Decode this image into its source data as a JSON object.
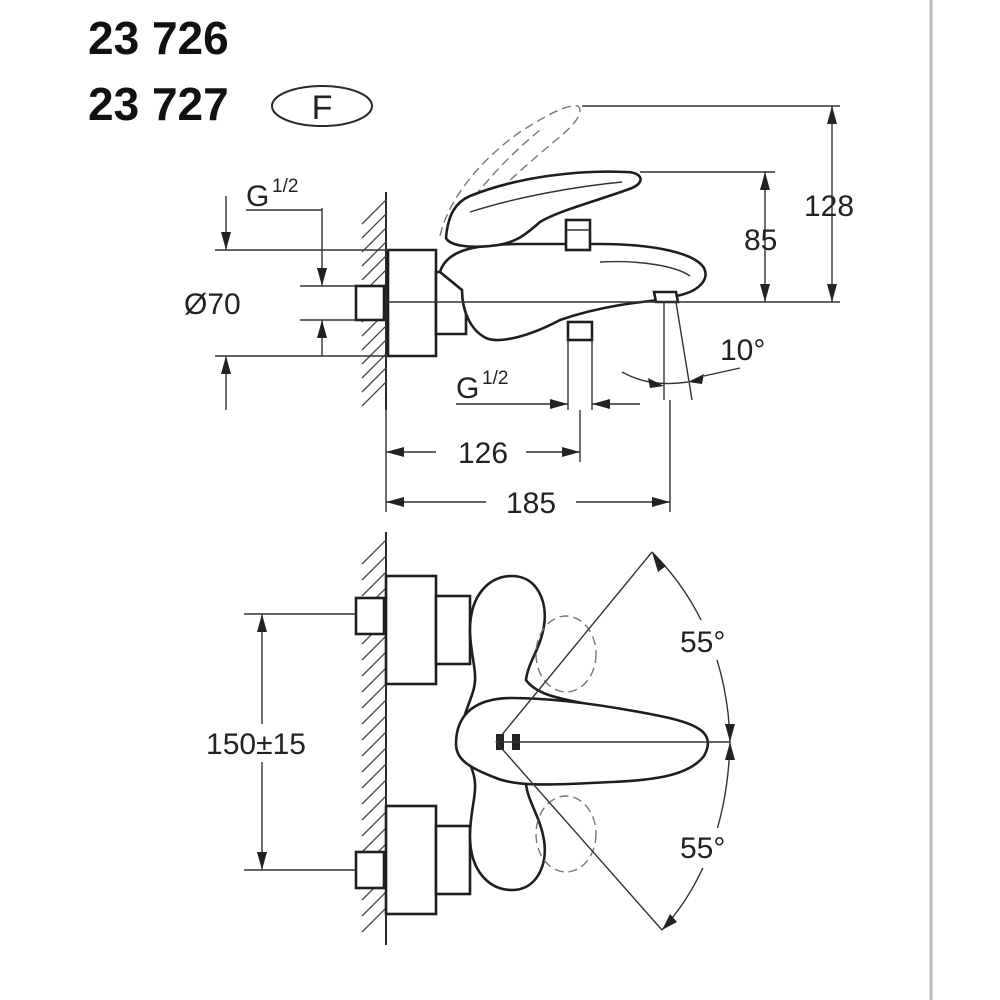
{
  "title": {
    "code_1": "23 726",
    "code_2": "23 727",
    "variant_badge": "F"
  },
  "side_view": {
    "thread_top": {
      "letter": "G",
      "fraction": "1/2"
    },
    "diameter": "Ø70",
    "height_spout": "85",
    "height_total": "128",
    "spout_angle": "10°",
    "thread_bottom": {
      "letter": "G",
      "fraction": "1/2"
    },
    "depth_outlet": "126",
    "depth_total": "185"
  },
  "top_view": {
    "center_distance": "150±15",
    "angle_top": "55°",
    "angle_bottom": "55°"
  }
}
